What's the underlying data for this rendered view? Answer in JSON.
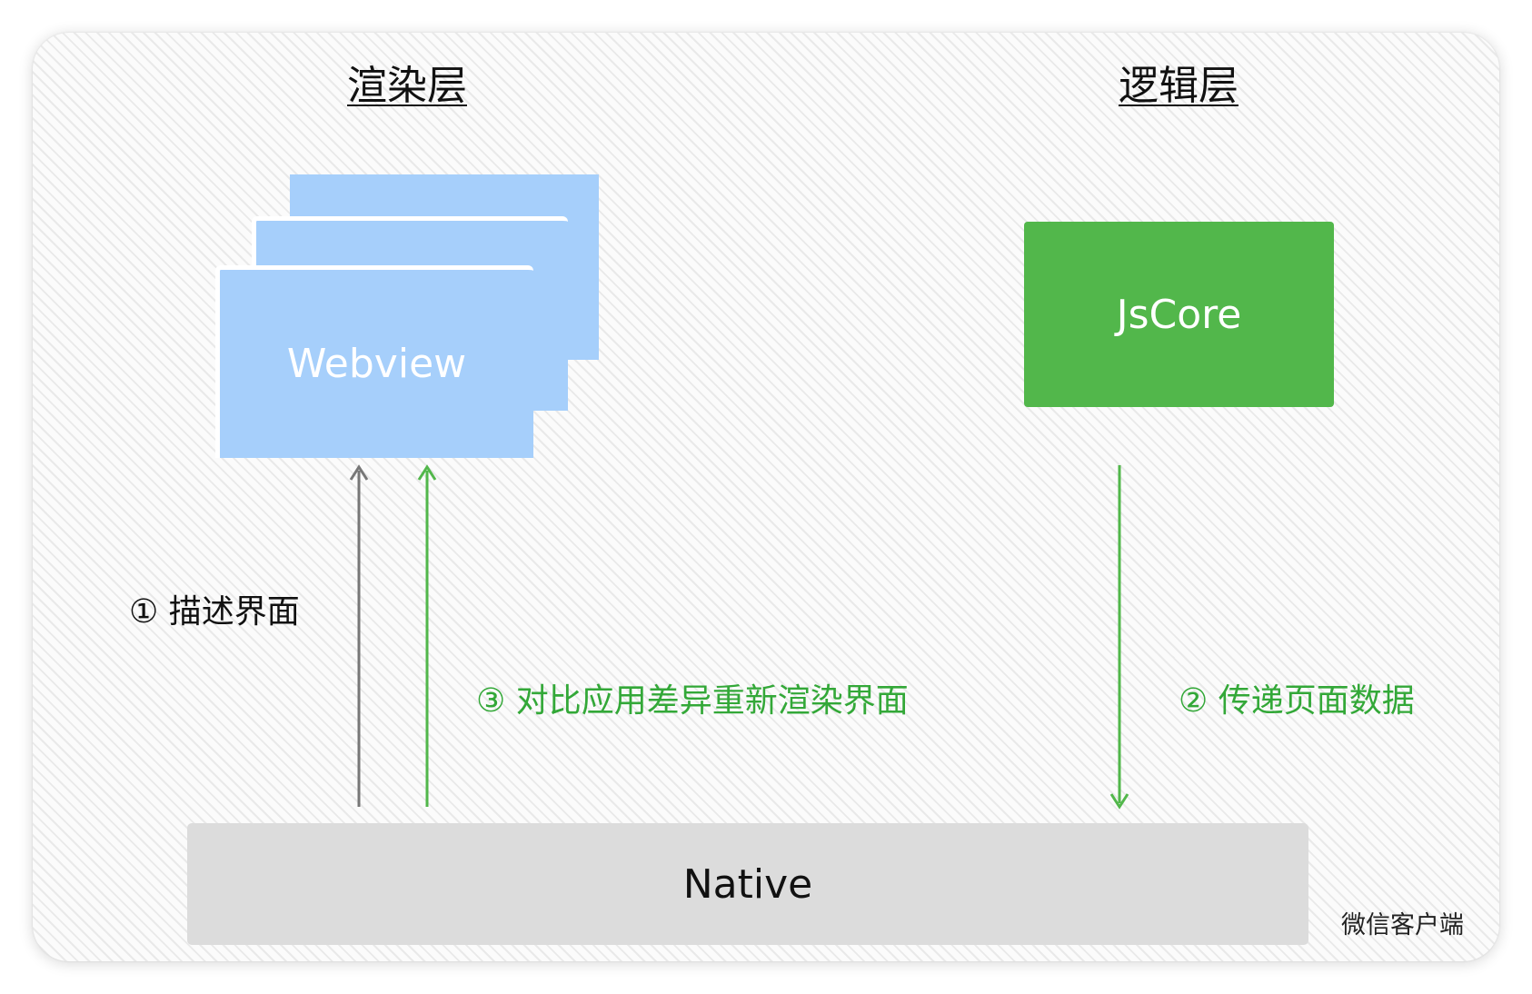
{
  "render_layer": {
    "title": "渲染层",
    "webview_label": "Webview"
  },
  "logic_layer": {
    "title": "逻辑层",
    "jscore_label": "JsCore"
  },
  "native": {
    "label": "Native"
  },
  "steps": {
    "step1": "① 描述界面",
    "step2": "② 传递页面数据",
    "step3": "③ 对比应用差异重新渲染界面"
  },
  "client_label": "微信客户端",
  "colors": {
    "webview_blue": "#a6cffb",
    "jscore_green": "#52b74b",
    "native_gray": "#dcdcdc",
    "arrow_gray": "#777777",
    "arrow_green": "#52b74b",
    "label_green": "#33a838"
  }
}
